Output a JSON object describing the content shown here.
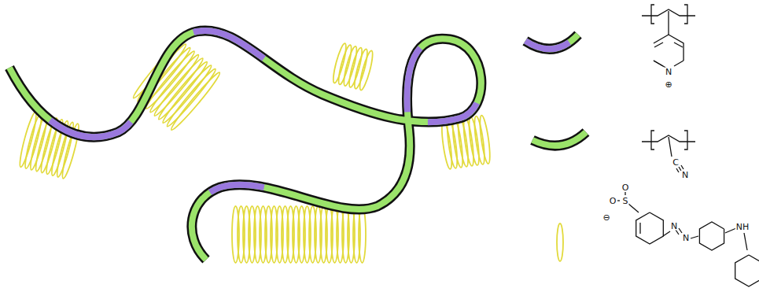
{
  "diagram": {
    "labels": [
      "N",
      "⊕",
      "C",
      "N",
      "⊖",
      "S",
      "O",
      "O",
      "N",
      "N",
      "NH"
    ]
  }
}
